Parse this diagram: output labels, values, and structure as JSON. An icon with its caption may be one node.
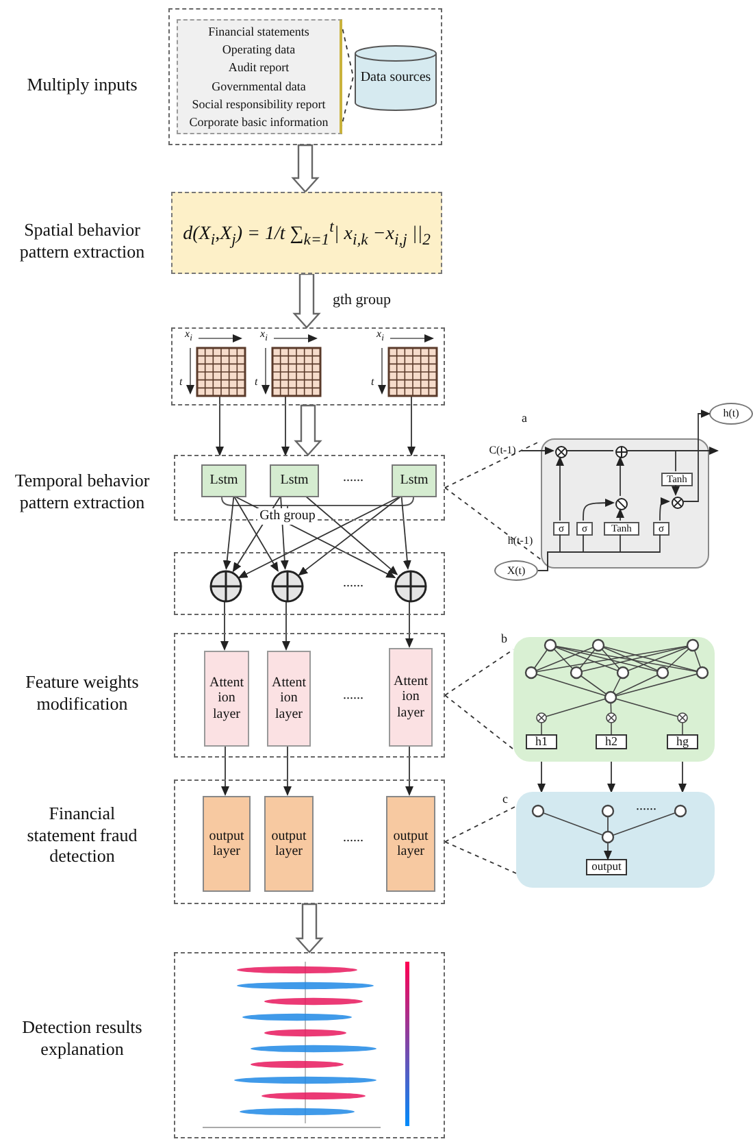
{
  "diagram": {
    "nodes": [
      {
        "text": [],
        "shape": "box"
      },
      {
        "text": [
          "Financial statements",
          "Operating data",
          "Audit report",
          "Governmental data",
          "Social responsibility report",
          "Corporate basic information"
        ],
        "in": 0
      },
      {
        "text": [
          "Data sources"
        ],
        "in": 0
      },
      {
        "text": [
          "d(X$_{i}$,X$_{j}$) = 1/t ∑$_{k=1}$$^{t}$| x$_{i,k}$ −x$_{i,j}$ ||$_{2}$"
        ]
      },
      {
        "text": [],
        "shape": "box"
      },
      {
        "text": [],
        "shape": "grid",
        "in": 4,
        "beside": [
          "x$_{i}$",
          "t"
        ]
      },
      {
        "text": [],
        "shape": "grid",
        "in": 4,
        "beside": [
          "x$_{i}$",
          "t"
        ]
      },
      {
        "text": [],
        "shape": "grid",
        "in": 4,
        "beside": [
          "x$_{i}$",
          "t"
        ]
      },
      {
        "text": [],
        "shape": "box"
      },
      {
        "text": [
          "Lstm"
        ],
        "in": 8
      },
      {
        "text": [
          "Lstm"
        ],
        "in": 8
      },
      {
        "text": [
          "Lstm"
        ],
        "in": 8
      },
      {
        "text": [
          "a"
        ]
      },
      {
        "text": [
          "σ"
        ],
        "in": 12
      },
      {
        "text": [
          "σ"
        ],
        "in": 12
      },
      {
        "text": [
          "Tanh"
        ],
        "in": 12
      },
      {
        "text": [
          "σ"
        ],
        "in": 12
      },
      {
        "text": [
          "Tanh"
        ],
        "in": 12
      },
      {
        "text": [
          "h(t)"
        ]
      },
      {
        "text": [
          "X(t)"
        ]
      },
      {
        "text": [],
        "shape": "box"
      },
      {
        "text": [],
        "shape": "circle",
        "in": 20
      },
      {
        "text": [],
        "shape": "circle",
        "in": 20
      },
      {
        "text": [],
        "shape": "circle",
        "in": 20
      },
      {
        "text": [],
        "shape": "box"
      },
      {
        "text": [
          "Attent ion layer"
        ],
        "in": 24
      },
      {
        "text": [
          "Attent ion layer"
        ],
        "in": 24
      },
      {
        "text": [
          "Attent ion layer"
        ],
        "in": 24
      },
      {
        "text": [
          "b"
        ]
      },
      {
        "text": [
          "h1"
        ],
        "in": 28
      },
      {
        "text": [
          "h2"
        ],
        "in": 28
      },
      {
        "text": [
          "hg"
        ],
        "in": 28
      },
      {
        "text": [],
        "shape": "box"
      },
      {
        "text": [
          "output layer"
        ],
        "in": 32
      },
      {
        "text": [
          "output layer"
        ],
        "in": 32
      },
      {
        "text": [
          "output layer"
        ],
        "in": 32
      },
      {
        "text": [
          "c"
        ]
      },
      {
        "text": [
          "output"
        ],
        "in": 36
      },
      {
        "text": [],
        "shape": "box"
      },
      {
        "text": [],
        "shape": "circle",
        "in": 12
      },
      {
        "text": [],
        "shape": "circle",
        "in": 12
      },
      {
        "text": [],
        "shape": "circle",
        "in": 12
      },
      {
        "text": [],
        "shape": "circle",
        "in": 12
      },
      {
        "text": [
          "C(t-1)"
        ]
      }
    ],
    "edges": [
      {
        "from": 1,
        "to": 2,
        "arrow": "none",
        "style": "dashed"
      },
      {
        "from": 0,
        "to": 3,
        "arrow": "to",
        "style": "thick"
      },
      {
        "from": 3,
        "to": 4,
        "arrow": "to",
        "style": "thick",
        "label": "gth group"
      },
      {
        "from": 5,
        "to": 8,
        "arrow": "to"
      },
      {
        "from": 6,
        "to": 8,
        "arrow": "to"
      },
      {
        "from": 7,
        "to": 8,
        "arrow": "to"
      },
      {
        "from": 4,
        "to": 8,
        "arrow": "to",
        "style": "thick"
      },
      {
        "from": 8,
        "to": 12,
        "arrow": "none",
        "style": "dashed"
      },
      {
        "from": 8,
        "to": 12,
        "arrow": "none",
        "style": "dashed"
      },
      {
        "from": 9,
        "to": 21,
        "arrow": "to"
      },
      {
        "from": 9,
        "to": 22,
        "arrow": "to"
      },
      {
        "from": 9,
        "to": 23,
        "arrow": "to"
      },
      {
        "from": 10,
        "to": 21,
        "arrow": "to"
      },
      {
        "from": 10,
        "to": 22,
        "arrow": "to"
      },
      {
        "from": 10,
        "to": 23,
        "arrow": "to"
      },
      {
        "from": 11,
        "to": 21,
        "arrow": "to"
      },
      {
        "from": 11,
        "to": 22,
        "arrow": "to"
      },
      {
        "from": 11,
        "to": 23,
        "arrow": "to"
      },
      {
        "from": 21,
        "to": 25,
        "arrow": "to"
      },
      {
        "from": 22,
        "to": 26,
        "arrow": "to"
      },
      {
        "from": 23,
        "to": 27,
        "arrow": "to"
      },
      {
        "from": 24,
        "to": 28,
        "arrow": "none",
        "style": "dashed"
      },
      {
        "from": 24,
        "to": 28,
        "arrow": "none",
        "style": "dashed"
      },
      {
        "from": 25,
        "to": 33,
        "arrow": "to"
      },
      {
        "from": 26,
        "to": 34,
        "arrow": "to"
      },
      {
        "from": 27,
        "to": 35,
        "arrow": "to"
      },
      {
        "from": 29,
        "to": 36,
        "arrow": "to"
      },
      {
        "from": 30,
        "to": 36,
        "arrow": "to"
      },
      {
        "from": 31,
        "to": 36,
        "arrow": "to"
      },
      {
        "from": 32,
        "to": 36,
        "arrow": "none",
        "style": "dashed"
      },
      {
        "from": 32,
        "to": 36,
        "arrow": "none",
        "style": "dashed"
      },
      {
        "from": 32,
        "to": 38,
        "arrow": "to",
        "style": "thick"
      },
      {
        "from": 1,
        "to": 2,
        "arrow": "none",
        "style": "dashed"
      },
      {
        "from": 43,
        "to": 39,
        "arrow": "to"
      },
      {
        "from": 39,
        "to": 40,
        "arrow": "none"
      },
      {
        "from": 40,
        "to": null,
        "arrow": "to"
      },
      {
        "from": 40,
        "to": 17,
        "arrow": "none"
      },
      {
        "from": 17,
        "to": 42,
        "arrow": "to"
      },
      {
        "from": 13,
        "to": 39,
        "arrow": "to"
      },
      {
        "from": 14,
        "to": 41,
        "arrow": "to"
      },
      {
        "from": 15,
        "to": 41,
        "arrow": "to"
      },
      {
        "from": 41,
        "to": 40,
        "arrow": "to"
      },
      {
        "from": 16,
        "to": 42,
        "arrow": "to"
      },
      {
        "from": 42,
        "to": 18,
        "arrow": "to"
      },
      {
        "from": 19,
        "to": 13,
        "arrow": "none"
      },
      {
        "from": 19,
        "to": 14,
        "arrow": "none"
      },
      {
        "from": 19,
        "to": 15,
        "arrow": "none"
      },
      {
        "from": 19,
        "to": 16,
        "arrow": "none"
      }
    ],
    "labels": [
      "Multiply inputs",
      "Spatial behavior pattern extraction",
      "......",
      "Temporal behavior pattern extraction",
      "Gth group",
      "h(t-1)",
      "......",
      "Feature weights modification",
      "......",
      "......",
      "Financial statement fraud detection",
      "......",
      "Detection results explanation"
    ]
  }
}
